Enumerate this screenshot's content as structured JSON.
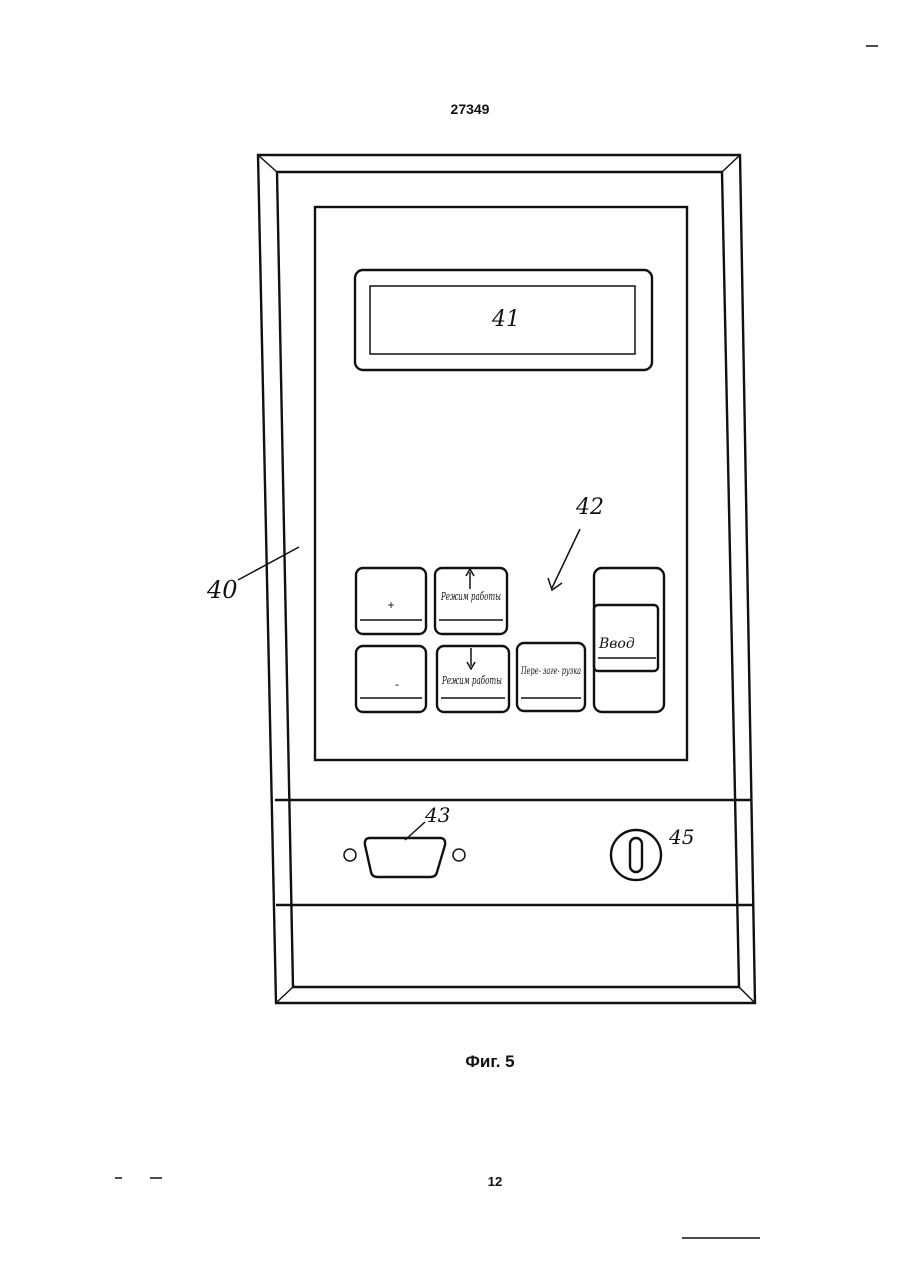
{
  "header": {
    "doc_number": "27349"
  },
  "figure": {
    "caption": "Фиг. 5",
    "labels": {
      "housing": "40",
      "display": "41",
      "keypad": "42",
      "connector": "43",
      "key_switch": "45"
    },
    "keys": {
      "plus": "+",
      "minus": "-",
      "mode_up": "Режим работы",
      "mode_down": "Режим работы",
      "reload": "Пере- заге- рузка",
      "enter": "Ввод"
    }
  },
  "footer": {
    "page_number": "12"
  }
}
